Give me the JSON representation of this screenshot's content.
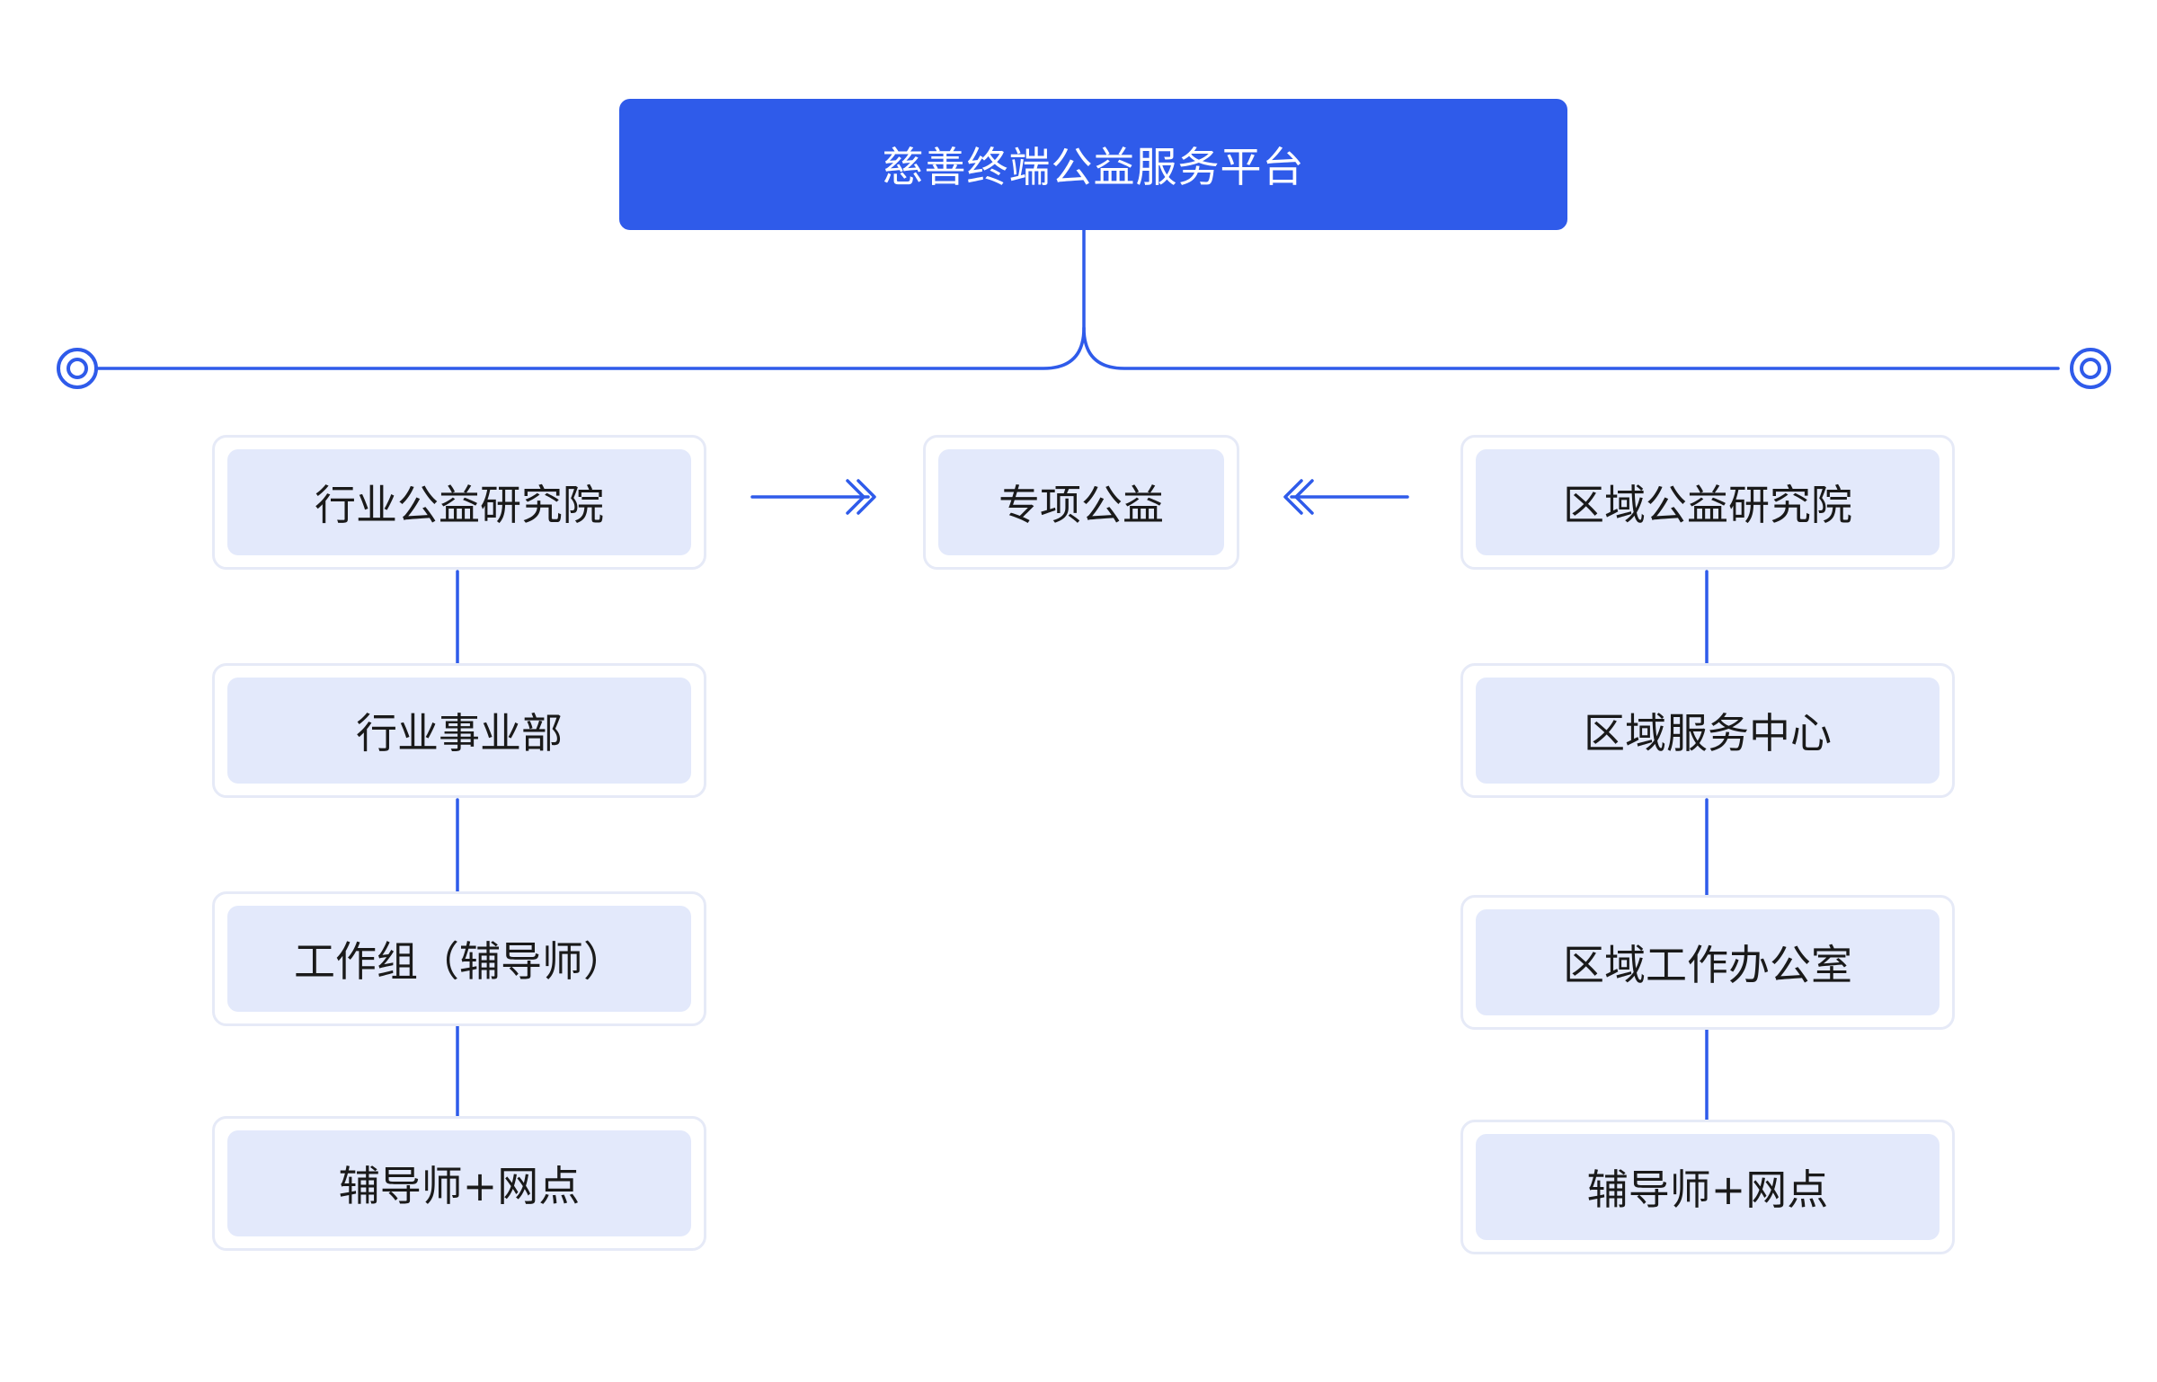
{
  "colors": {
    "accent": "#2f5bea",
    "node_fill": "#e3e9fb",
    "node_border": "#e6eaf7"
  },
  "root": {
    "label": "慈善终端公益服务平台"
  },
  "center": {
    "label": "专项公益"
  },
  "left_branch": [
    {
      "label": "行业公益研究院"
    },
    {
      "label": "行业事业部"
    },
    {
      "label": "工作组（辅导师）"
    },
    {
      "label": "辅导师+网点"
    }
  ],
  "right_branch": [
    {
      "label": "区域公益研究院"
    },
    {
      "label": "区域服务中心"
    },
    {
      "label": "区域工作办公室"
    },
    {
      "label": "辅导师+网点"
    }
  ],
  "icons": {
    "endpoint": "target-ring-icon",
    "arrow": "double-chevron-arrow-icon"
  }
}
